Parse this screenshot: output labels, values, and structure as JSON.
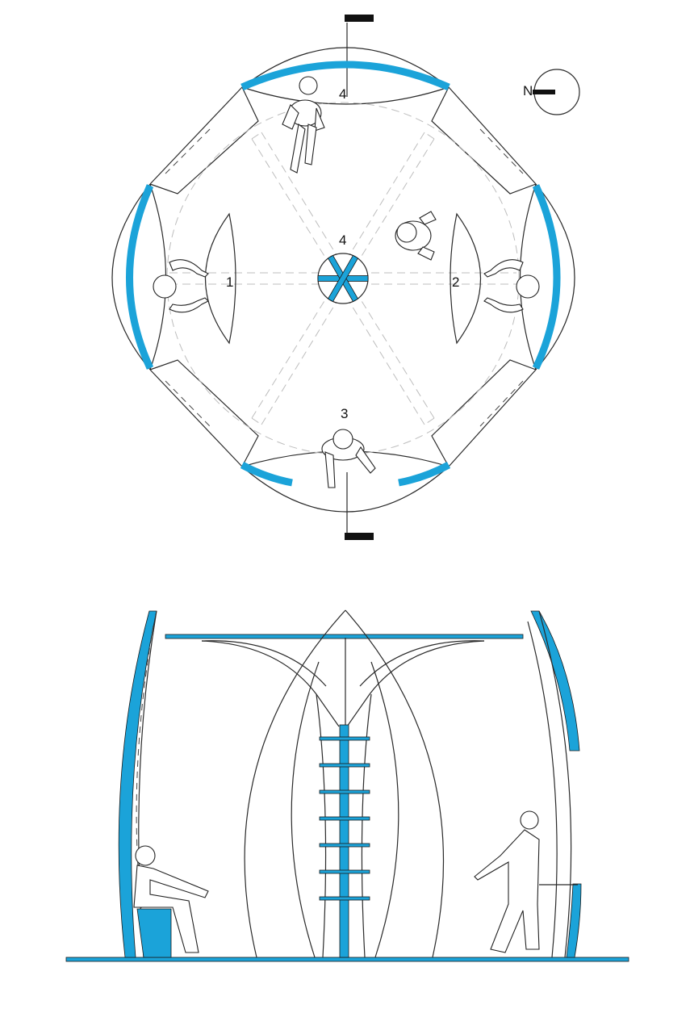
{
  "colors": {
    "accent": "#1BA3D9",
    "line": "#2a2a2a",
    "guide": "#bdbdbd",
    "background": "#ffffff"
  },
  "plan": {
    "labels": {
      "top": "4",
      "center": "4",
      "left": "1",
      "right": "2",
      "bottom": "3"
    },
    "north_symbol": {
      "letter": "N",
      "icon": "north-arrow-icon"
    }
  }
}
